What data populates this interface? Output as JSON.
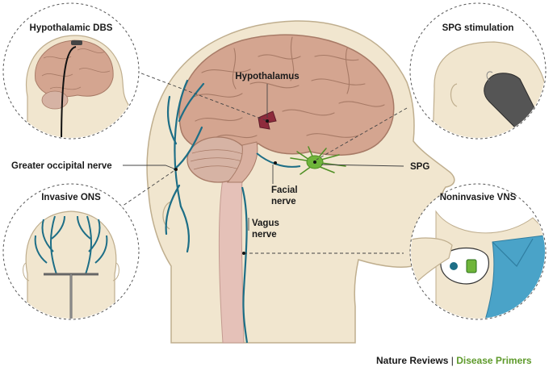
{
  "labels": {
    "hypothalamic_dbs": "Hypothalamic DBS",
    "spg_stimulation": "SPG stimulation",
    "hypothalamus": "Hypothalamus",
    "greater_occipital_nerve": "Greater occipital nerve",
    "spg": "SPG",
    "facial_nerve_line1": "Facial",
    "facial_nerve_line2": "nerve",
    "invasive_ons": "Invasive ONS",
    "noninvasive_vns": "Noninvasive VNS",
    "vagus_nerve_line1": "Vagus",
    "vagus_nerve_line2": "nerve"
  },
  "footer": {
    "journal": "Nature Reviews",
    "separator": "|",
    "series": "Disease Primers"
  },
  "colors": {
    "skin": "#f1e6cf",
    "skin_outline": "#bfae8e",
    "brain": "#d4a590",
    "brain_outline": "#a77a66",
    "nerve": "#1d6e86",
    "hypothalamus": "#8e2b3c",
    "spg": "#6fb53a",
    "spinal_cord": "#e5c1b8",
    "footer_accent": "#5e9a2b"
  }
}
